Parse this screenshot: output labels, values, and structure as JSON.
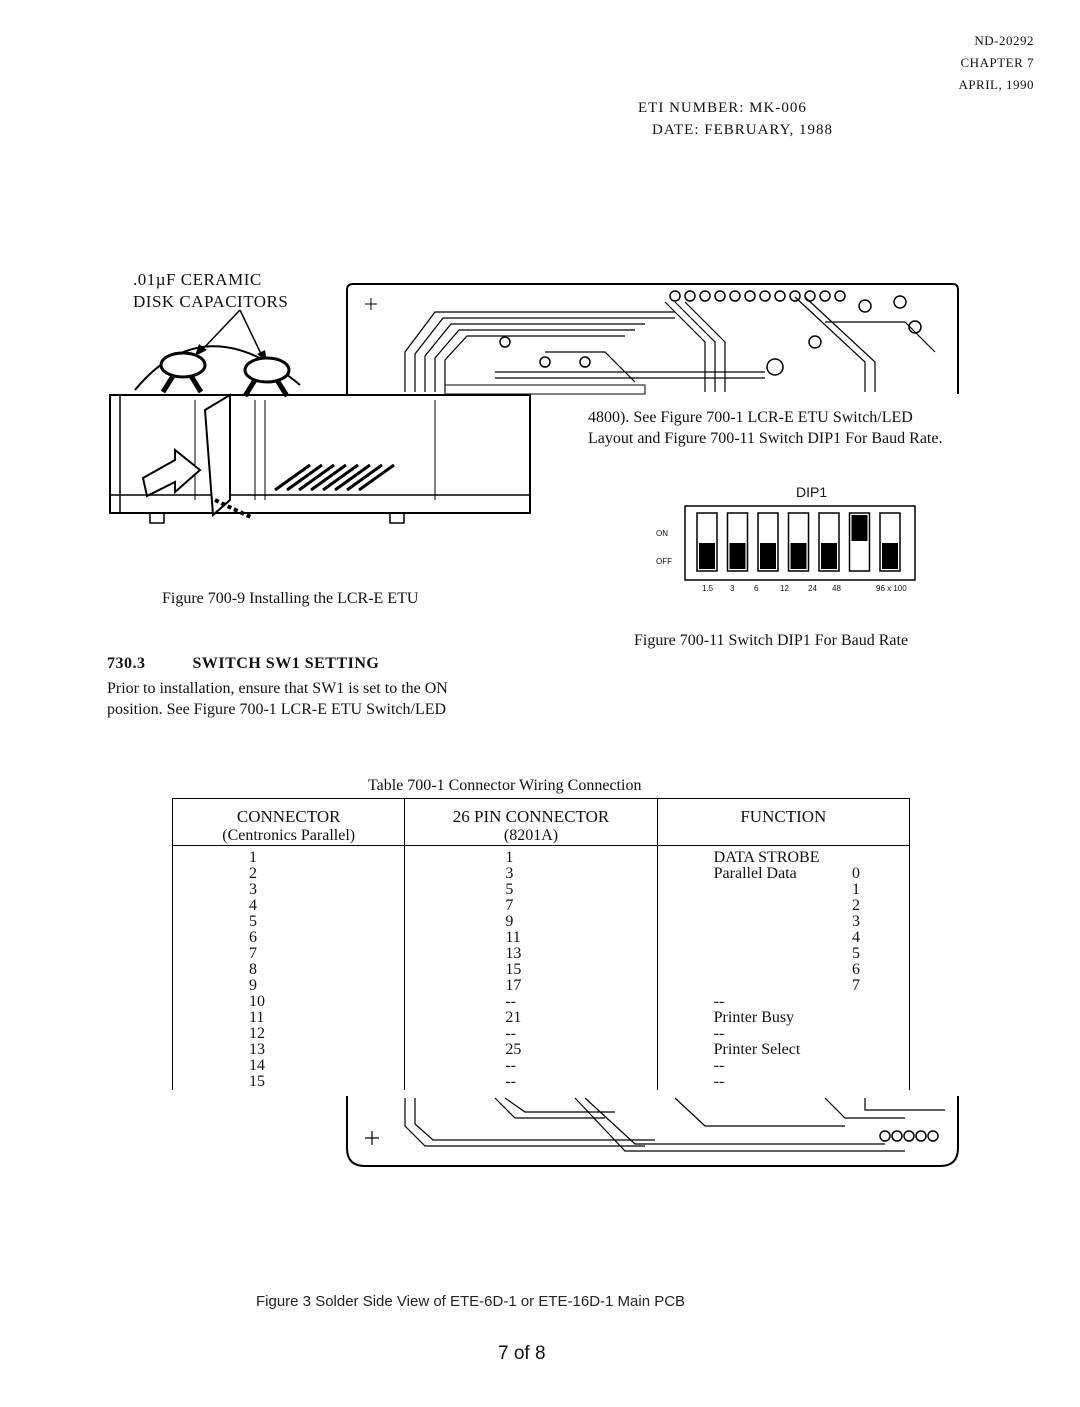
{
  "header": {
    "doc_number": "ND-20292",
    "chapter": "CHAPTER 7",
    "date": "APRIL, 1990"
  },
  "eti": {
    "number_line": "ETI NUMBER:  MK-006",
    "date_line": "DATE:  FEBRUARY, 1988"
  },
  "fig9": {
    "capacitor_label_1": ".01µF CERAMIC",
    "capacitor_label_2": "DISK CAPACITORS",
    "caption": "Figure 700-9   Installing the LCR-E ETU"
  },
  "overlap_text": {
    "line1": "4800).  See Figure  700-1  LCR-E  ETU  Switch/LED",
    "line2": "Layout and Figure 700-11 Switch DIP1 For Baud Rate."
  },
  "dip": {
    "title": "DIP1",
    "on_label": "ON",
    "off_label": "OFF",
    "rates": [
      "1.5",
      "3",
      "6",
      "12",
      "24",
      "48",
      "96 x 100"
    ],
    "on_switch_index": 5,
    "caption": "Figure 700-11   Switch DIP1 For Baud Rate"
  },
  "section": {
    "number": "730.3",
    "title": "SWITCH SW1 SETTING",
    "para_line1": "Prior to installation, ensure that SW1 is set to the ON",
    "para_line2": "position.  See Figure  700-1   LCR-E  ETU  Switch/LED"
  },
  "table": {
    "caption": "Table 700-1  Connector Wiring Connection",
    "col1_head": "CONNECTOR",
    "col1_sub": "(Centronics Parallel)",
    "col2_head": "26 PIN CONNECTOR",
    "col2_sub": "(8201A)",
    "col3_head": "FUNCTION",
    "rows": [
      {
        "c1": "1",
        "c2": "1",
        "c3": "DATA STROBE",
        "c4": ""
      },
      {
        "c1": "2",
        "c2": "3",
        "c3": "Parallel Data",
        "c4": "0"
      },
      {
        "c1": "3",
        "c2": "5",
        "c3": "",
        "c4": "1"
      },
      {
        "c1": "4",
        "c2": "7",
        "c3": "",
        "c4": "2"
      },
      {
        "c1": "5",
        "c2": "9",
        "c3": "",
        "c4": "3"
      },
      {
        "c1": "6",
        "c2": "11",
        "c3": "",
        "c4": "4"
      },
      {
        "c1": "7",
        "c2": "13",
        "c3": "",
        "c4": "5"
      },
      {
        "c1": "8",
        "c2": "15",
        "c3": "",
        "c4": "6"
      },
      {
        "c1": "9",
        "c2": "17",
        "c3": "",
        "c4": "7"
      },
      {
        "c1": "10",
        "c2": "--",
        "c3": "--",
        "c4": ""
      },
      {
        "c1": "11",
        "c2": "21",
        "c3": "Printer Busy",
        "c4": ""
      },
      {
        "c1": "12",
        "c2": "--",
        "c3": "--",
        "c4": ""
      },
      {
        "c1": "13",
        "c2": "25",
        "c3": "Printer Select",
        "c4": ""
      },
      {
        "c1": "14",
        "c2": "--",
        "c3": "--",
        "c4": ""
      },
      {
        "c1": "15",
        "c2": "--",
        "c3": "--",
        "c4": ""
      }
    ]
  },
  "fig3": {
    "caption": "Figure 3  Solder Side View of ETE-6D-1 or ETE-16D-1 Main PCB"
  },
  "footer": {
    "page": "7 of 8"
  }
}
